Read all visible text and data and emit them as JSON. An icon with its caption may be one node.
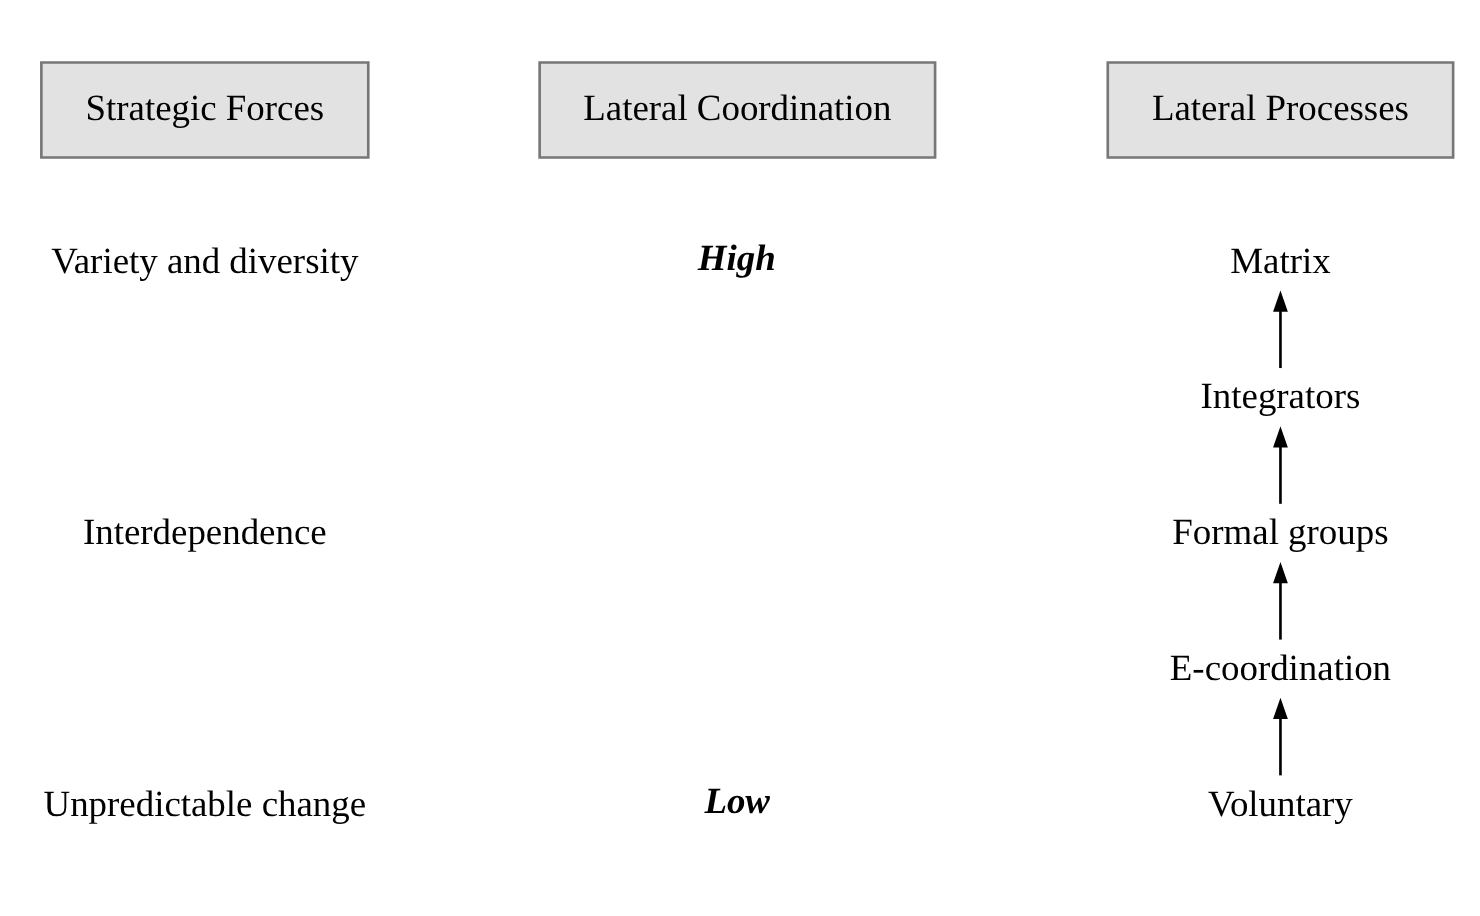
{
  "diagram": {
    "nodes": [
      {
        "text": [
          "Strategic Forces"
        ]
      },
      {
        "text": [
          "Lateral Coordination"
        ]
      },
      {
        "text": [
          "Lateral Processes"
        ]
      },
      {
        "text": [
          "Matrix"
        ]
      },
      {
        "text": [
          "Integrators"
        ]
      },
      {
        "text": [
          "Formal groups"
        ]
      },
      {
        "text": [
          "E-coordination"
        ]
      },
      {
        "text": [
          "Voluntary"
        ]
      }
    ],
    "edges": [
      {
        "from": 7,
        "to": 6,
        "arrow": "to"
      },
      {
        "from": 6,
        "to": 5,
        "arrow": "to"
      },
      {
        "from": 5,
        "to": 4,
        "arrow": "to"
      },
      {
        "from": 4,
        "to": 3,
        "arrow": "to"
      }
    ],
    "labels": [
      "Variety and diversity",
      "High",
      "Interdependence",
      "Unpredictable change",
      "Low"
    ]
  }
}
